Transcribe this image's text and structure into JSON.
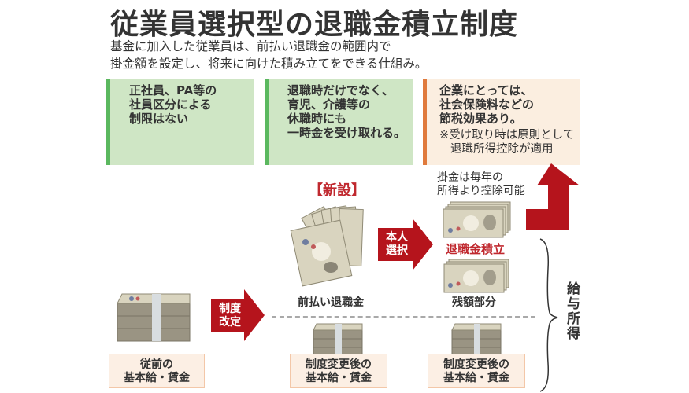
{
  "title": "従業員選択型の退職金積立制度",
  "subtitle": [
    "基金に加入した従業員は、前払い退職金の範囲内で",
    "掛金額を設定し、将来に向けた積み立てをできる仕組み。"
  ],
  "features": [
    {
      "lines": [
        "正社員、PA等の",
        "社員区分による",
        "制限はない"
      ],
      "color": "#5bb85f"
    },
    {
      "lines": [
        "退職時だけでなく、",
        "育児、介護等の",
        "休職時にも",
        "一時金を受け取れる。"
      ],
      "color": "#5bb85f"
    },
    {
      "lines": [
        "企業にとっては、",
        "社会保険料などの",
        "節税効果あり。"
      ],
      "note": [
        "※受け取り時は原則として",
        "退職所得控除が適用"
      ],
      "color": "#e07a3c"
    }
  ],
  "new_label": "【新設】",
  "deduction_note": [
    "掛金は毎年の",
    "所得より控除可能"
  ],
  "arrows": {
    "reform": [
      "制度",
      "改定"
    ],
    "choice": [
      "本人",
      "選択"
    ]
  },
  "labels": {
    "prepaid": "前払い退職金",
    "retirement_savings": "退職金積立",
    "remainder": "残額部分",
    "salary_income": "給与所得"
  },
  "boxes": {
    "before": [
      "従前の",
      "基本給・賃金"
    ],
    "after_1": [
      "制度変更後の",
      "基本給・賃金"
    ],
    "after_2": [
      "制度変更後の",
      "基本給・賃金"
    ]
  },
  "colors": {
    "accent_red": "#b5141c",
    "label_red": "#c0292f",
    "green_bg": "#cfe6c5",
    "green_bar": "#5bb85f",
    "orange_bg": "#fbeee0",
    "orange_bar": "#e07a3c",
    "peach_bg": "#fcefe4",
    "peach_border": "#f3c7a8"
  }
}
